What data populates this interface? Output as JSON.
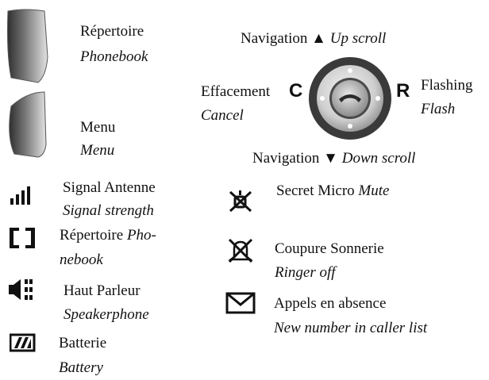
{
  "left": {
    "phonebook_key": {
      "fr": "Répertoire",
      "en": "Phonebook"
    },
    "menu_key": {
      "fr": "Menu",
      "en": "Menu"
    },
    "signal": {
      "fr": "Signal Antenne",
      "en": "Signal strength"
    },
    "phonebook_icon": {
      "fr": "Répertoire ",
      "en_1": "Pho-",
      "en_2": "nebook"
    },
    "speaker": {
      "fr": "Haut Parleur",
      "en": "Speakerphone"
    },
    "battery": {
      "fr": "Batterie",
      "en": "Battery"
    }
  },
  "nav": {
    "up": {
      "fr": "Navigation ▲ ",
      "en": "Up scroll"
    },
    "down": {
      "fr": "Navigation ▼ ",
      "en": "Down scroll"
    },
    "cancel": {
      "fr": "Effacement",
      "en": "Cancel",
      "key": "C"
    },
    "flash": {
      "fr": "Flashing",
      "en": "Flash",
      "key": "R"
    }
  },
  "right": {
    "mute": {
      "fr": "Secret Micro ",
      "en": "Mute"
    },
    "ringer": {
      "fr": "Coupure Sonnerie",
      "en": "Ringer off"
    },
    "missed": {
      "fr": "Appels en absence",
      "en": "New number in caller list"
    }
  },
  "colors": {
    "key_dark": "#4a4a4a",
    "key_light": "#dcdcdc",
    "ring": "#3a3a3a",
    "icon": "#111111"
  }
}
